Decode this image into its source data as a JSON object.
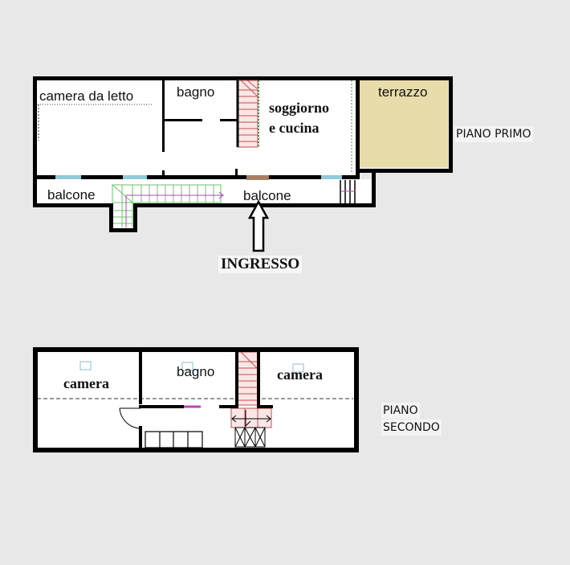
{
  "floors": [
    {
      "id": "piano-primo",
      "label": "PIANO PRIMO",
      "rooms": [
        {
          "name": "camera da letto"
        },
        {
          "name": "bagno"
        },
        {
          "name": "soggiorno"
        },
        {
          "name": "e cucina"
        },
        {
          "name": "terrazzo"
        },
        {
          "name": "balcone"
        },
        {
          "name": "balcone"
        }
      ],
      "entrance": {
        "label": "INGRESSO"
      }
    },
    {
      "id": "piano-secondo",
      "label_line1": "PIANO",
      "label_line2": "SECONDO",
      "rooms": [
        {
          "name": "camera"
        },
        {
          "name": "bagno"
        },
        {
          "name": "camera"
        }
      ]
    }
  ],
  "colors": {
    "background": "#e8e8e8",
    "wall": "#000000",
    "terrace": "#e8dcaa",
    "window": "#8fcbd8",
    "door": "#a97e5f",
    "stairs_red": "#c0504d",
    "stairs_green": "#6fc26f",
    "magenta": "#b04ab8"
  }
}
